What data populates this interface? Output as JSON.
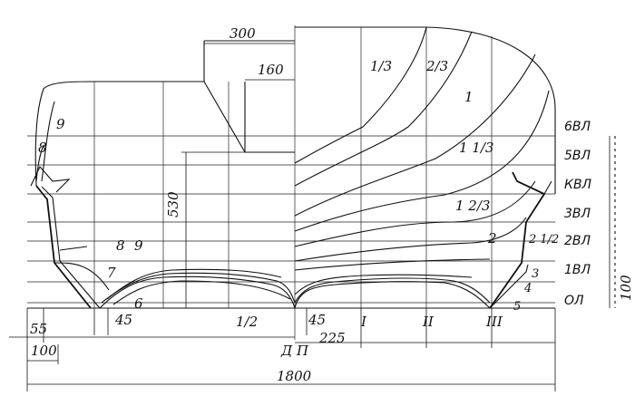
{
  "waterlines": [
    "6ВЛ",
    "5ВЛ",
    "КВЛ",
    "3ВЛ",
    "2ВЛ",
    "1ВЛ",
    "ОЛ"
  ],
  "dimensions": {
    "overall_width": "1800",
    "step_300": "300",
    "step_160": "160",
    "height_530": "530",
    "base_100_right": "100",
    "left_55": "55",
    "left_100": "100",
    "left_45": "45",
    "center_45": "45",
    "center_225": "225"
  },
  "station_labels": {
    "half": "1/2",
    "dp": "Д П",
    "roman_1": "I",
    "roman_2": "II",
    "roman_3": "III"
  },
  "bow_sections": [
    "1/3",
    "2/3",
    "1",
    "1 1/3",
    "1 2/3",
    "2",
    "2 1/2"
  ],
  "stern_sections": [
    "9",
    "8",
    "8",
    "9",
    "7",
    "6"
  ],
  "bottom_right_sections": [
    "3",
    "4",
    "5"
  ]
}
